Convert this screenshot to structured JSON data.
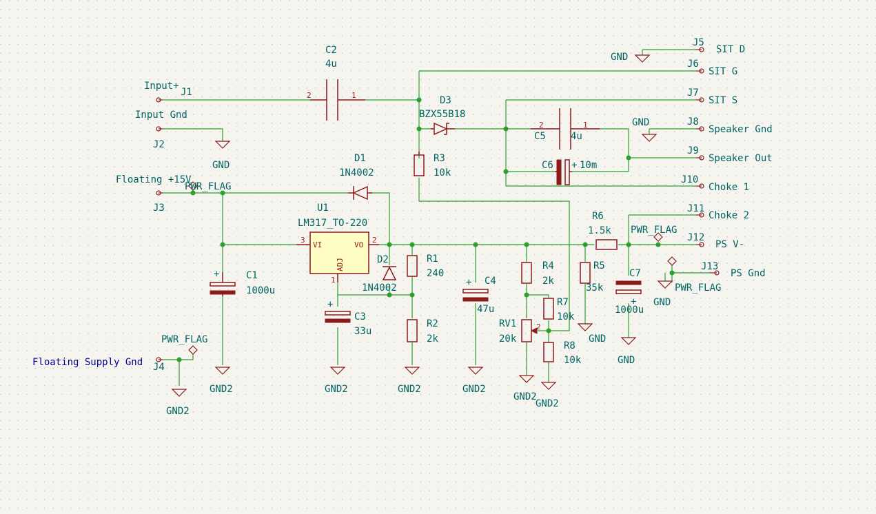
{
  "connectors": {
    "J1": "J1",
    "J2": "J2",
    "J3": "J3",
    "J4": "J4",
    "J5": "J5",
    "J6": "J6",
    "J7": "J7",
    "J8": "J8",
    "J9": "J9",
    "J10": "J10",
    "J11": "J11",
    "J12": "J12",
    "J13": "J13"
  },
  "net_labels": {
    "input_plus": "Input+",
    "input_gnd": "Input Gnd",
    "floating_15v": "Floating +15V",
    "floating_supply_gnd": "Floating Supply Gnd",
    "sit_d": "SIT D",
    "sit_g": "SIT G",
    "sit_s": "SIT S",
    "speaker_gnd": "Speaker Gnd",
    "speaker_out": "Speaker Out",
    "choke_1": "Choke 1",
    "choke_2": "Choke 2",
    "ps_v_minus": "PS V-",
    "ps_gnd": "PS Gnd"
  },
  "components": {
    "C1": {
      "ref": "C1",
      "value": "1000u"
    },
    "C2": {
      "ref": "C2",
      "value": "4u"
    },
    "C3": {
      "ref": "C3",
      "value": "33u"
    },
    "C4": {
      "ref": "C4",
      "value": "47u"
    },
    "C5": {
      "ref": "C5",
      "value": "4u"
    },
    "C6": {
      "ref": "C6",
      "value": "10m"
    },
    "C7": {
      "ref": "C7",
      "value": "1000u"
    },
    "D1": {
      "ref": "D1",
      "value": "1N4002"
    },
    "D2": {
      "ref": "D2",
      "value": "1N4002"
    },
    "D3": {
      "ref": "D3",
      "value": "BZX55B18"
    },
    "R1": {
      "ref": "R1",
      "value": "240"
    },
    "R2": {
      "ref": "R2",
      "value": "2k"
    },
    "R3": {
      "ref": "R3",
      "value": "10k"
    },
    "R4": {
      "ref": "R4",
      "value": "2k"
    },
    "R5": {
      "ref": "R5",
      "value": "35k"
    },
    "R6": {
      "ref": "R6",
      "value": "1.5k"
    },
    "R7": {
      "ref": "R7",
      "value": "10k"
    },
    "R8": {
      "ref": "R8",
      "value": "10k"
    },
    "RV1": {
      "ref": "RV1",
      "value": "20k"
    },
    "U1": {
      "ref": "U1",
      "value": "LM317_TO-220",
      "pin_vi": "VI",
      "pin_vo": "VO",
      "pin_adj": "ADJ"
    }
  },
  "power_symbols": {
    "gnd": "GND",
    "gnd2": "GND2",
    "pwr_flag": "PWR_FLAG",
    "plus": "+"
  },
  "pin_numbers": {
    "one": "1",
    "two": "2",
    "three": "3"
  },
  "colors": {
    "wire": "#2e9e2e",
    "component": "#8b1a1a",
    "label": "#006464",
    "background": "#f5f4ef",
    "ic_fill": "#fffec4"
  }
}
